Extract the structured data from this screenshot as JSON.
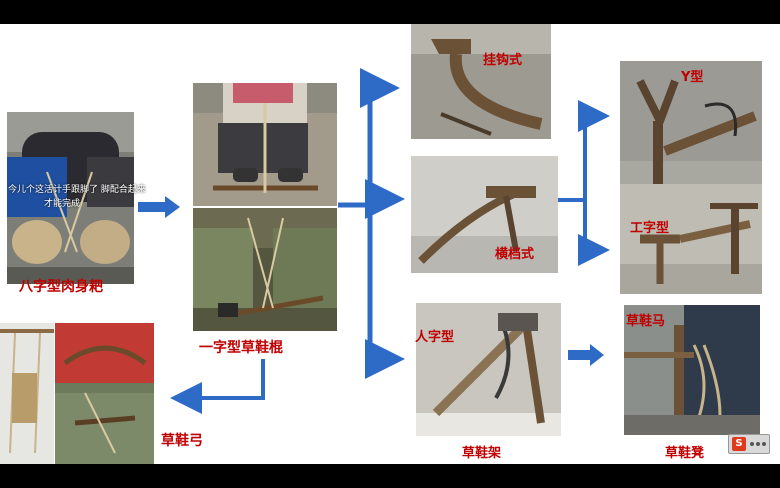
{
  "nodes": {
    "bazi": {
      "label": "八字型肉身耙",
      "overlay_caption": "今儿个这活计手跟脚了 脚配合起来",
      "overlay_caption2": "才能完成"
    },
    "yizi": {
      "label": "一字型草鞋棍"
    },
    "caoxiegong": {
      "label": "草鞋弓"
    },
    "guagou": {
      "label": "挂钩式"
    },
    "hengdang": {
      "label": "横档式"
    },
    "renzi": {
      "label": "人字型"
    },
    "caoxiejia": {
      "label": "草鞋架"
    },
    "yxing": {
      "label": "Y型"
    },
    "gongzi": {
      "label": "工字型"
    },
    "caoxiema": {
      "label": "草鞋马"
    },
    "caoxiedeng": {
      "label": "草鞋凳"
    }
  },
  "colors": {
    "arrow": "#2e6bc6",
    "label": "#c00000"
  },
  "icons": {
    "tray_app": "sogou-s-icon"
  }
}
